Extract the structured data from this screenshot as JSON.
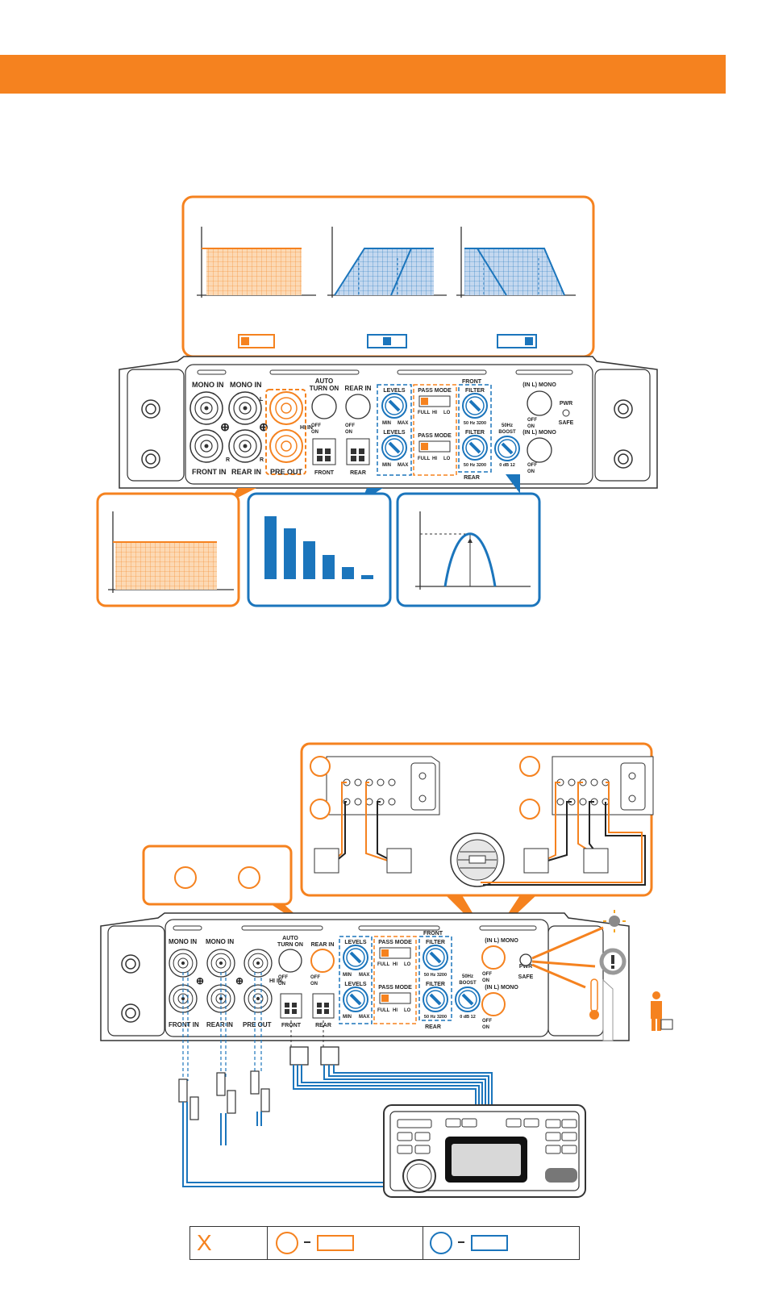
{
  "colors": {
    "accent_orange": "#f5821f",
    "accent_blue": "#1b75bc",
    "outline": "#333333"
  },
  "labels": {
    "mono_in": "MONO IN",
    "front_in": "FRONT IN",
    "rear_in": "REAR IN",
    "auto_turn_on": "AUTO",
    "turn_on": "TURN ON",
    "off": "OFF",
    "on": "ON",
    "hi_in": "HI IN",
    "pre_out": "PRE OUT",
    "front": "FRONT",
    "rear": "REAR",
    "levels": "LEVELS",
    "min": "MIN",
    "max": "MAX",
    "pass_mode": "PASS MODE",
    "full": "FULL",
    "hi": "HI",
    "lo": "LO",
    "filter": "FILTER",
    "hz_range": "50  Hz  3200",
    "hz_50": "50Hz",
    "boost": "BOOST",
    "db_range": "0   dB  12",
    "in_l_mono": "(IN L) MONO",
    "pwr": "PWR",
    "safe": "SAFE",
    "l": "L",
    "r": "R"
  },
  "legend": {
    "x_mark": "X",
    "dash": "–"
  }
}
